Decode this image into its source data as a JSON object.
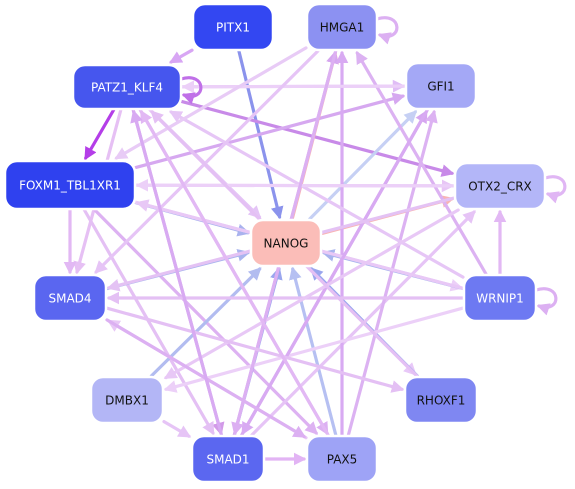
{
  "network": {
    "nodes": [
      {
        "id": "PITX1",
        "label": "PITX1",
        "fill": "#3347f2",
        "text": "#ffffff"
      },
      {
        "id": "HMGA1",
        "label": "HMGA1",
        "fill": "#8c91f2",
        "text": "#111111"
      },
      {
        "id": "PATZ1_KLF4",
        "label": "PATZ1_KLF4",
        "fill": "#4656ee",
        "text": "#ffffff"
      },
      {
        "id": "GFI1",
        "label": "GFI1",
        "fill": "#a4a8f6",
        "text": "#111111"
      },
      {
        "id": "FOXM1_TBL1XR1",
        "label": "FOXM1_TBL1XR1",
        "fill": "#2f41ef",
        "text": "#ffffff"
      },
      {
        "id": "OTX2_CRX",
        "label": "OTX2_CRX",
        "fill": "#b3b6f8",
        "text": "#111111"
      },
      {
        "id": "NANOG",
        "label": "NANOG",
        "fill": "#fbbdb8",
        "text": "#111111"
      },
      {
        "id": "SMAD4",
        "label": "SMAD4",
        "fill": "#5a66f0",
        "text": "#ffffff"
      },
      {
        "id": "WRNIP1",
        "label": "WRNIP1",
        "fill": "#6d79f2",
        "text": "#ffffff"
      },
      {
        "id": "DMBX1",
        "label": "DMBX1",
        "fill": "#b3b6f6",
        "text": "#111111"
      },
      {
        "id": "RHOXF1",
        "label": "RHOXF1",
        "fill": "#7f87f2",
        "text": "#111111"
      },
      {
        "id": "SMAD1",
        "label": "SMAD1",
        "fill": "#5b67f0",
        "text": "#ffffff"
      },
      {
        "id": "PAX5",
        "label": "PAX5",
        "fill": "#9ea3f6",
        "text": "#111111"
      }
    ],
    "edges": [
      {
        "from": "PITX1",
        "to": "NANOG",
        "color": "#8b93ec"
      },
      {
        "from": "PITX1",
        "to": "PATZ1_KLF4",
        "color": "#d8a6f4"
      },
      {
        "from": "PATZ1_KLF4",
        "to": "FOXM1_TBL1XR1",
        "color": "#b43ee8"
      },
      {
        "from": "PATZ1_KLF4",
        "to": "GFI1",
        "color": "#e0bdf6"
      },
      {
        "from": "PATZ1_KLF4",
        "to": "OTX2_CRX",
        "color": "#c88ae8"
      },
      {
        "from": "PATZ1_KLF4",
        "to": "NANOG",
        "color": "#e4c4f6"
      },
      {
        "from": "PATZ1_KLF4",
        "to": "SMAD1",
        "color": "#d29ae8"
      },
      {
        "from": "PATZ1_KLF4",
        "to": "PAX5",
        "color": "#dcb0f2"
      },
      {
        "from": "PATZ1_KLF4",
        "to": "RHOXF1",
        "color": "#e8c8f8"
      },
      {
        "from": "PATZ1_KLF4",
        "to": "SMAD4",
        "color": "#e6c0f4"
      },
      {
        "from": "FOXM1_TBL1XR1",
        "to": "NANOG",
        "color": "#a9b2ee"
      },
      {
        "from": "FOXM1_TBL1XR1",
        "to": "OTX2_CRX",
        "color": "#e8c6f6"
      },
      {
        "from": "FOXM1_TBL1XR1",
        "to": "GFI1",
        "color": "#d6a8f0"
      },
      {
        "from": "FOXM1_TBL1XR1",
        "to": "SMAD4",
        "color": "#e2b8f4"
      },
      {
        "from": "FOXM1_TBL1XR1",
        "to": "PAX5",
        "color": "#ddb2f2"
      },
      {
        "from": "FOXM1_TBL1XR1",
        "to": "WRNIP1",
        "color": "#ecd0f8"
      },
      {
        "from": "FOXM1_TBL1XR1",
        "to": "SMAD1",
        "color": "#e4c0f4"
      },
      {
        "from": "NANOG",
        "to": "HMGA1",
        "color": "#f8b4b4"
      },
      {
        "from": "NANOG",
        "to": "OTX2_CRX",
        "color": "#f8b4b4"
      },
      {
        "from": "NANOG",
        "to": "GFI1",
        "color": "#c6d0f4"
      },
      {
        "from": "SMAD4",
        "to": "NANOG",
        "color": "#a9b4ee"
      },
      {
        "from": "WRNIP1",
        "to": "NANOG",
        "color": "#a9b4ee"
      },
      {
        "from": "RHOXF1",
        "to": "NANOG",
        "color": "#9aa6ee"
      },
      {
        "from": "DMBX1",
        "to": "NANOG",
        "color": "#b2bcf0"
      },
      {
        "from": "SMAD1",
        "to": "NANOG",
        "color": "#9aa6ee"
      },
      {
        "from": "PAX5",
        "to": "NANOG",
        "color": "#b6c0f2"
      },
      {
        "from": "SMAD1",
        "to": "HMGA1",
        "color": "#d6a6f0"
      },
      {
        "from": "SMAD1",
        "to": "GFI1",
        "color": "#d6a6f0"
      },
      {
        "from": "SMAD1",
        "to": "PAX5",
        "color": "#e2b4f4"
      },
      {
        "from": "SMAD1",
        "to": "OTX2_CRX",
        "color": "#e6c4f6"
      },
      {
        "from": "PAX5",
        "to": "HMGA1",
        "color": "#d8aaf2"
      },
      {
        "from": "PAX5",
        "to": "GFI1",
        "color": "#dcb2f2"
      },
      {
        "from": "PAX5",
        "to": "SMAD4",
        "color": "#e8c8f6"
      },
      {
        "from": "WRNIP1",
        "to": "OTX2_CRX",
        "color": "#e2b8f4"
      },
      {
        "from": "WRNIP1",
        "to": "SMAD4",
        "color": "#e4c0f4"
      },
      {
        "from": "WRNIP1",
        "to": "HMGA1",
        "color": "#dcb2f2"
      },
      {
        "from": "WRNIP1",
        "to": "PATZ1_KLF4",
        "color": "#e6c6f6"
      },
      {
        "from": "WRNIP1",
        "to": "FOXM1_TBL1XR1",
        "color": "#e8c8f6"
      },
      {
        "from": "WRNIP1",
        "to": "DMBX1",
        "color": "#ecd0f8"
      },
      {
        "from": "GFI1",
        "to": "SMAD1",
        "color": "#d8aaf2"
      },
      {
        "from": "GFI1",
        "to": "PATZ1_KLF4",
        "color": "#ecd0f8"
      },
      {
        "from": "OTX2_CRX",
        "to": "SMAD4",
        "color": "#e4c2f4"
      },
      {
        "from": "OTX2_CRX",
        "to": "DMBX1",
        "color": "#e8c8f6"
      },
      {
        "from": "OTX2_CRX",
        "to": "FOXM1_TBL1XR1",
        "color": "#ecd0f8"
      },
      {
        "from": "HMGA1",
        "to": "SMAD4",
        "color": "#e6c4f6"
      },
      {
        "from": "HMGA1",
        "to": "SMAD1",
        "color": "#dcb0f2"
      },
      {
        "from": "HMGA1",
        "to": "FOXM1_TBL1XR1",
        "color": "#e8cbf6"
      },
      {
        "from": "DMBX1",
        "to": "SMAD1",
        "color": "#e6c4f6"
      },
      {
        "from": "SMAD4",
        "to": "PAX5",
        "color": "#dcb0f2"
      },
      {
        "from": "SMAD4",
        "to": "RHOXF1",
        "color": "#e4c0f4"
      },
      {
        "from": "RHOXF1",
        "to": "PATZ1_KLF4",
        "color": "#e4c0f4"
      },
      {
        "from": "PAX5",
        "to": "PATZ1_KLF4",
        "color": "#e2b8f4"
      },
      {
        "from": "SMAD1",
        "to": "PATZ1_KLF4",
        "color": "#d8aaf2"
      }
    ],
    "self_loops": [
      {
        "node": "HMGA1",
        "color": "#dcb0f2"
      },
      {
        "node": "PATZ1_KLF4",
        "color": "#c070e8"
      },
      {
        "node": "OTX2_CRX",
        "color": "#e0b6f4"
      },
      {
        "node": "WRNIP1",
        "color": "#dcb0f2"
      }
    ]
  }
}
